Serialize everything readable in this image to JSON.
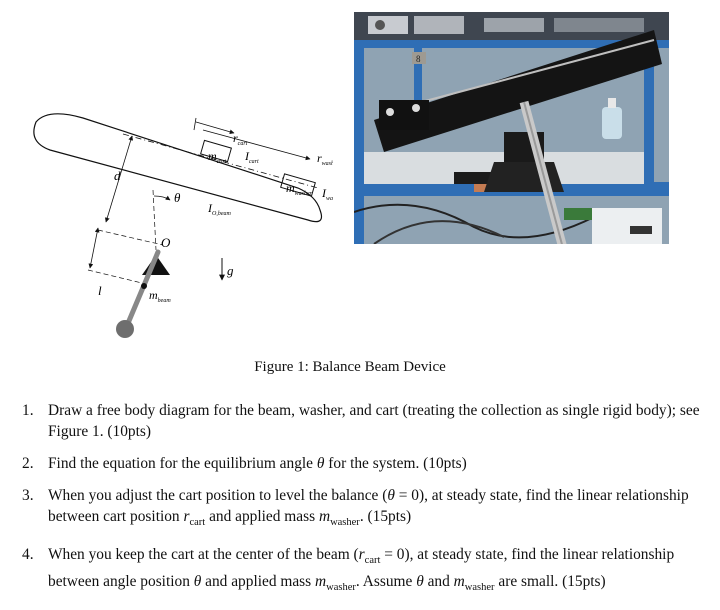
{
  "figure": {
    "caption": "Figure 1: Balance Beam Device",
    "labels": {
      "r_cart": "r",
      "r_cart_sub": "cart",
      "I_cart": "I",
      "I_cart_sub": "cart",
      "m_cart": "m",
      "m_cart_sub": "cart",
      "r_washer": "r",
      "r_washer_sub": "washer",
      "m_washer": "m",
      "m_washer_sub": "washer",
      "I_washer": "I",
      "I_washer_sub": "washer",
      "I_beam": "I",
      "I_beam_sub": "O,beam",
      "d": "d",
      "l": "l",
      "theta": "θ",
      "O": "O",
      "g": "g",
      "m_beam": "m",
      "m_beam_sub": "beam"
    },
    "photo": {
      "panel_number": "8"
    }
  },
  "questions": [
    {
      "number": "1.",
      "text_a": "Draw a free body diagram for the beam, washer, and cart (treating the collection as single rigid body); see Figure 1. (10pts)"
    },
    {
      "number": "2.",
      "text_a": "Find the equation for the equilibrium angle ",
      "sym1": "θ",
      "text_b": " for the system. (10pts)"
    },
    {
      "number": "3.",
      "text_a": "When you adjust the cart position to level the balance (",
      "sym1": "θ",
      "eq1": " = 0), at steady state, find the linear relationship between cart position ",
      "var1": "r",
      "var1_sub": "cart",
      "text_b": " and applied mass ",
      "var2": "m",
      "var2_sub": "washer",
      "text_c": ". (15pts)"
    },
    {
      "number": "4.",
      "text_a": "When you keep the cart at the center of the beam (",
      "var1": "r",
      "var1_sub": "cart",
      "eq1": " = 0), at steady state, find the linear relationship between angle position ",
      "sym1": "θ",
      "text_b": " and applied mass ",
      "var2": "m",
      "var2_sub": "washer",
      "text_c": ". Assume ",
      "sym2": "θ",
      "text_d": " and ",
      "var3": "m",
      "var3_sub": "washer",
      "text_e": " are small. (15pts)"
    }
  ]
}
